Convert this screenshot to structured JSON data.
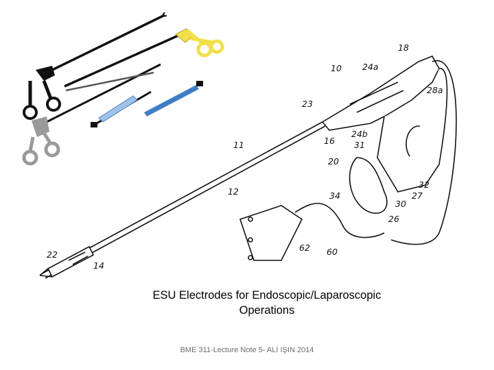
{
  "caption": {
    "line1": "ESU Electrodes for Endoscopic/Laparoscopic",
    "line2": "Operations"
  },
  "footer": "BME 311-Lecture Note 5- ALİ IŞIN 2014",
  "figure": {
    "callouts": [
      "18",
      "10",
      "24a",
      "28a",
      "23",
      "24b",
      "16",
      "31",
      "11",
      "20",
      "32",
      "27",
      "12",
      "34",
      "30",
      "26",
      "22",
      "14",
      "62",
      "60"
    ]
  },
  "photo": {
    "colors": {
      "black": "#111111",
      "yellow": "#f2e04a",
      "gray": "#9a9a9a",
      "blue": "#3f7ec7"
    }
  }
}
